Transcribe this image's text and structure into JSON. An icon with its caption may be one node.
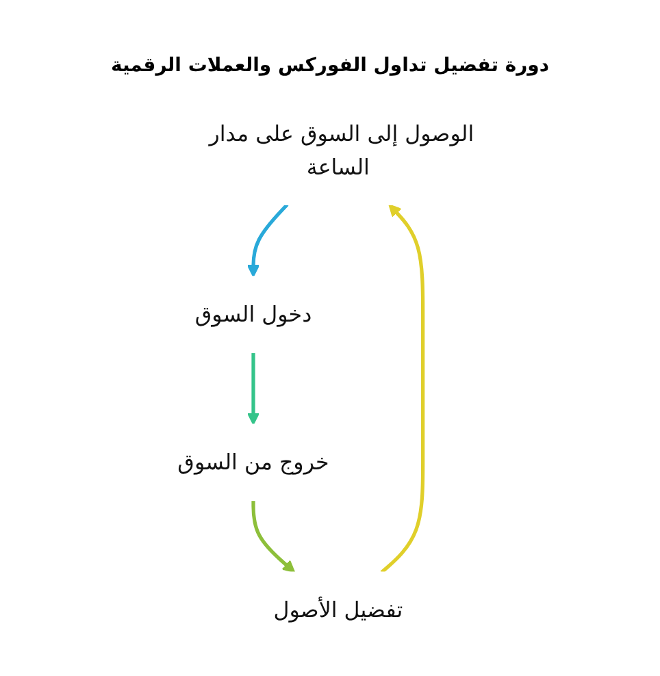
{
  "diagram": {
    "title": "دورة تفضيل تداول الفوركس والعملات الرقمية",
    "nodes": [
      {
        "text": [
          "الوصول إلى السوق على مدار الساعة"
        ]
      },
      {
        "text": [
          "دخول السوق"
        ]
      },
      {
        "text": [
          "خروج من السوق"
        ]
      },
      {
        "text": [
          "تفضيل الأصول"
        ]
      }
    ],
    "edges": [
      {
        "from": 0,
        "to": 1,
        "arrow": "to",
        "color": "#29a9d9"
      },
      {
        "from": 1,
        "to": 2,
        "arrow": "to",
        "color": "#35c48a"
      },
      {
        "from": 2,
        "to": 3,
        "arrow": "to",
        "color": "#8dbf3a"
      },
      {
        "from": 3,
        "to": 0,
        "arrow": "to",
        "color": "#e0cf2a"
      }
    ]
  }
}
